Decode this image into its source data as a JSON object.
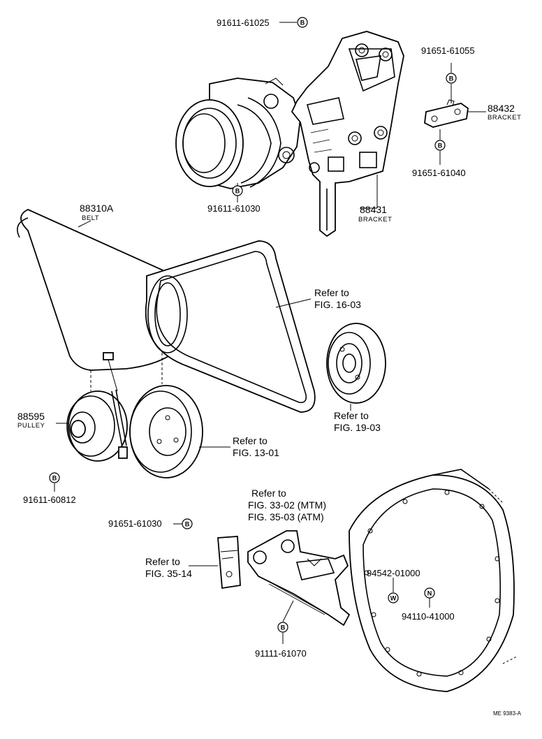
{
  "labels": {
    "p_91611_61025": "91611-61025",
    "p_91651_61055": "91651-61055",
    "p_88432": "88432",
    "p_88432_name": "BRACKET",
    "p_91651_61040": "91651-61040",
    "p_91611_61030": "91611-61030",
    "p_88431": "88431",
    "p_88431_name": "BRACKET",
    "p_88310a": "88310A",
    "p_88310a_name": "BELT",
    "ref_16_03_a": "Refer to",
    "ref_16_03_b": "FIG. 16-03",
    "ref_19_03_a": "Refer to",
    "ref_19_03_b": "FIG. 19-03",
    "p_88595": "88595",
    "p_88595_name": "PULLEY",
    "ref_13_01_a": "Refer to",
    "ref_13_01_b": "FIG. 13-01",
    "p_91611_60812": "91611-60812",
    "ref_33_a": "Refer to",
    "ref_33_b": "FIG. 33-02 (MTM)",
    "ref_33_c": "FIG. 35-03 (ATM)",
    "p_91651_61030": "91651-61030",
    "ref_35_14_a": "Refer to",
    "ref_35_14_b": "FIG. 35-14",
    "p_94542_01000": "94542-01000",
    "p_94110_41000": "94110-41000",
    "p_91111_61070": "91111-61070",
    "figure_code": "ME 9383-A"
  },
  "badges": {
    "b": "B",
    "w": "W",
    "n": "N"
  }
}
